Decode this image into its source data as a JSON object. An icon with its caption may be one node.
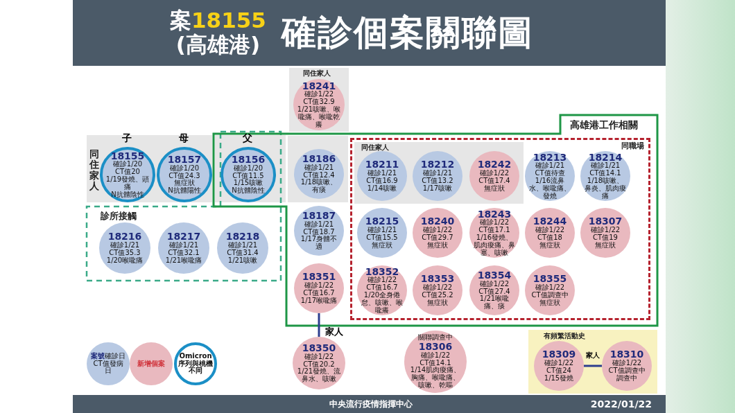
{
  "diagram": {
    "title": "案18155 (高雄港) 確診個案關聯圖",
    "nodes": [
      {
        "text": [
          "同住家人"
        ]
      },
      {
        "text": [
          "18155",
          "確診1/20",
          "CT值20",
          "1/19發燒、頭痛",
          "N抗體陰性"
        ],
        "in": 0,
        "beside": [
          "子"
        ]
      },
      {
        "text": [
          "18157",
          "確診1/20",
          "CT值24.3",
          "無症狀",
          "N抗體陽性"
        ],
        "in": 0,
        "beside": [
          "母"
        ]
      },
      {
        "text": [
          "18156",
          "確診1/20",
          "CT值11.5",
          "1/15咳嗽",
          "N抗體陰性"
        ],
        "beside": [
          "父"
        ]
      },
      {
        "text": [
          "診所接觸"
        ]
      },
      {
        "text": [
          "18216",
          "確診1/21",
          "CT值35.3",
          "1/20喉嚨痛"
        ],
        "in": 4
      },
      {
        "text": [
          "18217",
          "確診1/21",
          "CT值32.1",
          "1/21喉嚨痛"
        ],
        "in": 4
      },
      {
        "text": [
          "18218",
          "確診1/21",
          "CT值31.4",
          "1/21咳嗽"
        ],
        "in": 4
      },
      {
        "text": [
          "高雄港工作相關"
        ]
      },
      {
        "text": [
          "同住家人"
        ]
      },
      {
        "text": [
          "18241",
          "確診1/22",
          "CT值32.9",
          "1/21咳嗽、喉嚨痛、喉嚨乾癢"
        ],
        "in": 9
      },
      {
        "text": [
          "18186",
          "確診1/21",
          "CT值12.4",
          "1/18咳嗽、有痰"
        ],
        "in": 8
      },
      {
        "text": [
          "同職場"
        ],
        "in": 8
      },
      {
        "text": [
          "同住家人"
        ],
        "in": 12
      },
      {
        "text": [
          "18211",
          "確診1/21",
          "CT值16.9",
          "1/14咳嗽"
        ],
        "in": 13
      },
      {
        "text": [
          "18212",
          "確診1/21",
          "CT值13.2",
          "1/17咳嗽"
        ],
        "in": 13
      },
      {
        "text": [
          "18242",
          "確診1/22",
          "CT值17.4",
          "無症狀"
        ],
        "in": 13
      },
      {
        "text": [
          "18213",
          "確診1/21",
          "CT值待查",
          "1/16流鼻水、喉嚨痛、發燒"
        ],
        "in": 12
      },
      {
        "text": [
          "18214",
          "確診1/21",
          "CT值14.1",
          "1/18咳嗽、鼻炎、肌肉痠痛"
        ],
        "in": 12
      },
      {
        "text": [
          "18187",
          "確診1/21",
          "CT值18.7",
          "1/17身體不適"
        ],
        "in": 8
      },
      {
        "text": [
          "18215",
          "確診1/21",
          "CT值15.5",
          "無症狀"
        ],
        "in": 12
      },
      {
        "text": [
          "18240",
          "確診1/22",
          "CT值29.7",
          "無症狀"
        ],
        "in": 12
      },
      {
        "text": [
          "18243",
          "確診1/22",
          "CT值17.1",
          "1/16發燒、肌肉痠痛、鼻塞、咳嗽"
        ],
        "in": 12
      },
      {
        "text": [
          "18244",
          "確診1/22",
          "CT值18",
          "無症狀"
        ],
        "in": 12
      },
      {
        "text": [
          "18307",
          "確診1/22",
          "CT值19",
          "無症狀"
        ],
        "in": 12
      },
      {
        "text": [
          "18351",
          "確診1/22",
          "CT值16.7",
          "1/17喉嚨痛"
        ],
        "in": 8
      },
      {
        "text": [
          "18352",
          "確診1/22",
          "CT值16.7",
          "1/20全身倦怠、咳嗽、喉嚨癢"
        ],
        "in": 12
      },
      {
        "text": [
          "18353",
          "確診1/22",
          "CT值25.2",
          "無症狀"
        ],
        "in": 12
      },
      {
        "text": [
          "18354",
          "確診1/22",
          "CT值27.4",
          "1/21喉嚨痛、痰"
        ],
        "in": 12
      },
      {
        "text": [
          "18355",
          "確診1/22",
          "CT值調查中",
          "無症狀"
        ],
        "in": 12
      },
      {
        "text": [
          "18350",
          "確診1/22",
          "CT值20.2",
          "1/21發燒、流鼻水、咳嗽"
        ]
      },
      {
        "text": [
          "關聯調查中",
          "18306",
          "確診1/22",
          "CT值14.1",
          "1/14肌肉痠痛、胸痛、喉嚨痛、咳嗽、乾嘔"
        ]
      },
      {
        "text": [
          "有頻繁活動史"
        ]
      },
      {
        "text": [
          "18309",
          "確診1/22",
          "CT值24",
          "1/15發燒"
        ],
        "in": 32
      },
      {
        "text": [
          "18310",
          "確診1/22",
          "CT值調查中",
          "調查中"
        ],
        "in": 32
      }
    ],
    "edges": [
      {
        "from": 25,
        "to": 30,
        "arrow": "none",
        "label": "家人"
      },
      {
        "from": 33,
        "to": 34,
        "arrow": "none",
        "label": "家人"
      }
    ],
    "labels": [
      "中央流行疫情指揮中心",
      "2022/01/22"
    ],
    "legend": [
      {
        "text": "**案號**確診日CT值發病日",
        "color": "#b8c9e3"
      },
      {
        "text": "新增個案",
        "color": "#e9b9bf"
      },
      {
        "text": "Omicron序列與桃機不同"
      }
    ]
  }
}
